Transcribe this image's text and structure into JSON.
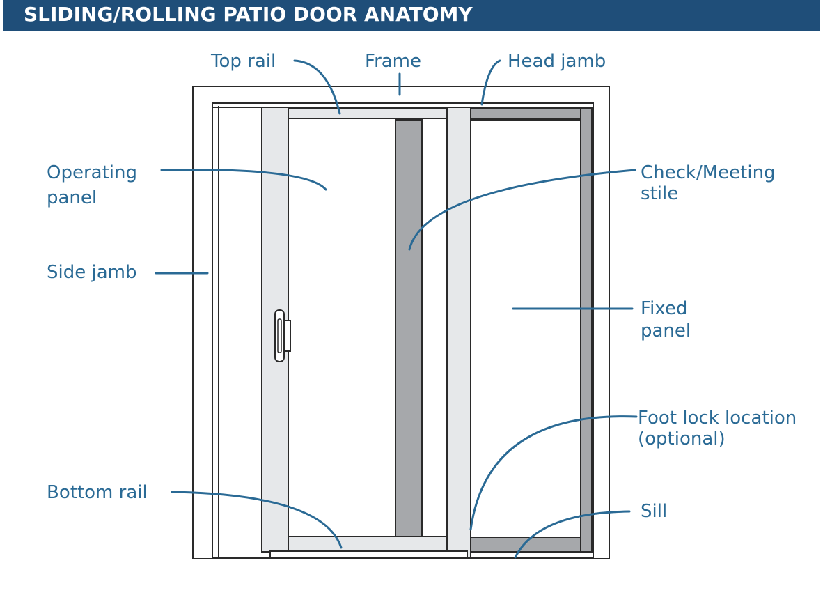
{
  "header": {
    "title": "SLIDING/ROLLING PATIO DOOR ANATOMY"
  },
  "colors": {
    "banner": "#1f4e79",
    "label": "#2a6a95",
    "outline": "#2a2a2a",
    "panel_light": "#e6e8ea",
    "panel_dark": "#a6a8ab"
  },
  "labels": {
    "top_rail": "Top rail",
    "frame": "Frame",
    "head_jamb": "Head jamb",
    "operating_panel": [
      "Operating",
      "panel"
    ],
    "check_meeting_stile": [
      "Check/Meeting",
      "stile"
    ],
    "side_jamb": "Side jamb",
    "fixed_panel": [
      "Fixed",
      "panel"
    ],
    "foot_lock_location": [
      "Foot lock location",
      "(optional)"
    ],
    "bottom_rail": "Bottom rail",
    "sill": "Sill"
  }
}
